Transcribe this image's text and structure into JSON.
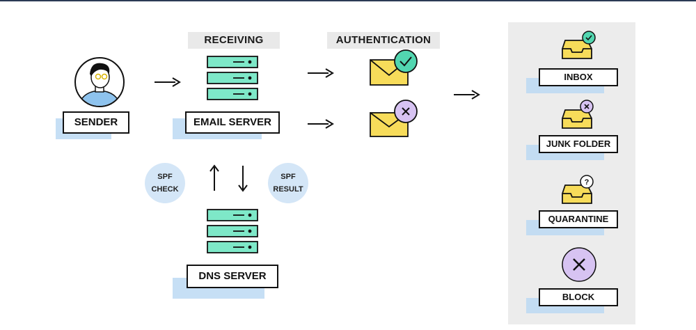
{
  "headers": {
    "receiving": "RECEIVING",
    "authentication": "AUTHENTICATION"
  },
  "labels": {
    "sender": "SENDER",
    "email_server": "EMAIL SERVER",
    "dns_server": "DNS SERVER",
    "inbox": "INBOX",
    "junk_folder": "JUNK FOLDER",
    "quarantine": "QUARANTINE",
    "block": "BLOCK"
  },
  "badges": {
    "spf_check_line1": "SPF",
    "spf_check_line2": "CHECK",
    "spf_result_line1": "SPF",
    "spf_result_line2": "RESULT"
  },
  "icons": {
    "sender": "person-avatar-icon",
    "email_server": "server-stack-icon",
    "dns_server": "server-stack-icon",
    "pass": "envelope-check-icon",
    "fail": "envelope-x-icon",
    "inbox": "tray-check-icon",
    "junk": "tray-x-icon",
    "quarantine": "tray-question-icon",
    "block": "x-circle-icon"
  },
  "colors": {
    "server": "#7ee8c8",
    "envelope": "#f7dc5a",
    "check_badge": "#52d6b0",
    "x_badge": "#d7c3f2",
    "highlight": "#bcd9f3",
    "panel": "#ececec",
    "shirt": "#8ec3ee"
  }
}
